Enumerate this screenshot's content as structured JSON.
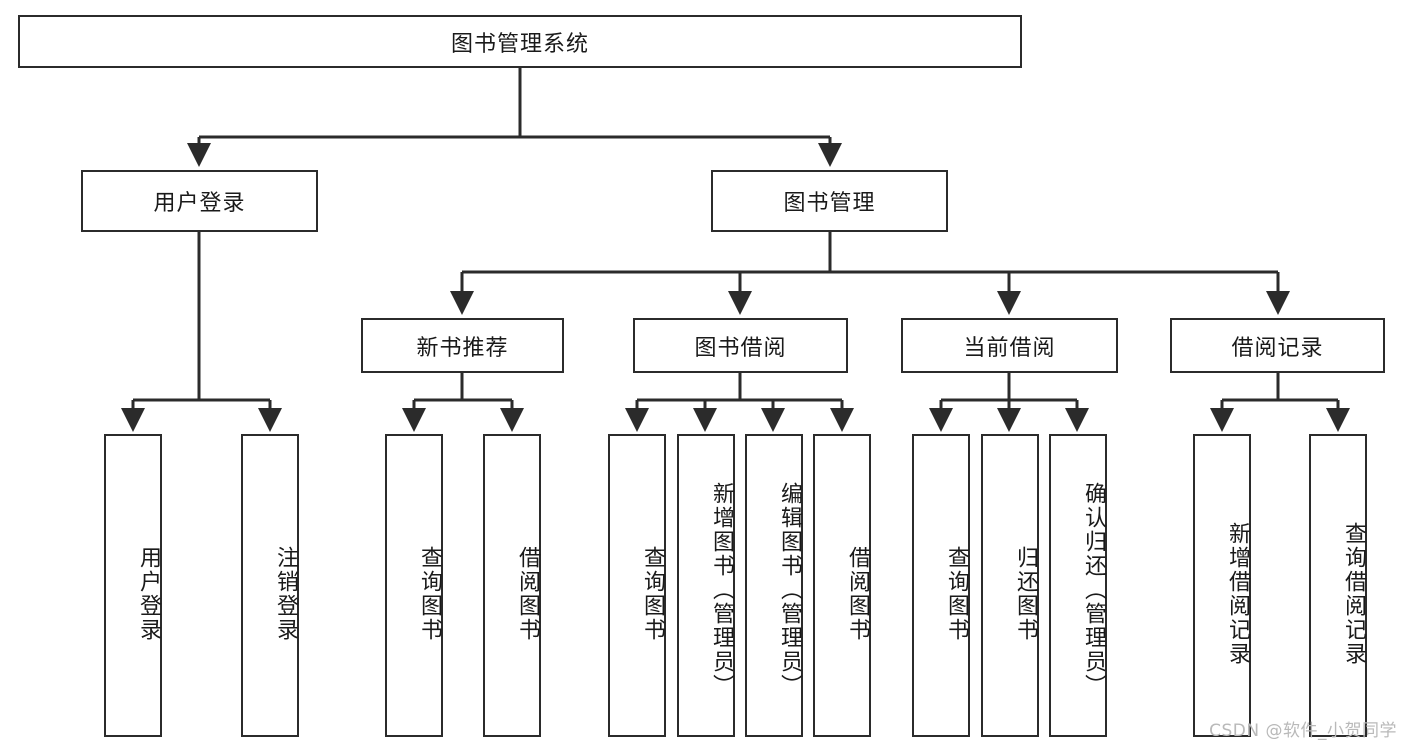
{
  "diagram": {
    "title_node": "图书管理系统",
    "watermark": "CSDN @软件_小贺同学",
    "line_color": "#2b2b2b",
    "box_fill": "#ffffff",
    "text_color": "#1a1a1a",
    "nodes": {
      "root": "图书管理系统",
      "user_login": "用户登录",
      "book_manage": "图书管理",
      "new_book_rec": "新书推荐",
      "book_borrow": "图书借阅",
      "current_borrow": "当前借阅",
      "borrow_record": "借阅记录",
      "leaf_user_login": "用户登录",
      "leaf_logout": "注销登录",
      "leaf_query_book_1": "查询图书",
      "leaf_borrow_book_1": "借阅图书",
      "leaf_query_book_2": "查询图书",
      "leaf_add_book": "新增图书（管理员）",
      "leaf_edit_book": "编辑图书（管理员）",
      "leaf_borrow_book_2": "借阅图书",
      "leaf_query_book_3": "查询图书",
      "leaf_return_book": "归还图书",
      "leaf_confirm_return": "确认归还（管理员）",
      "leaf_add_record": "新增借阅记录",
      "leaf_query_record": "查询借阅记录"
    }
  }
}
